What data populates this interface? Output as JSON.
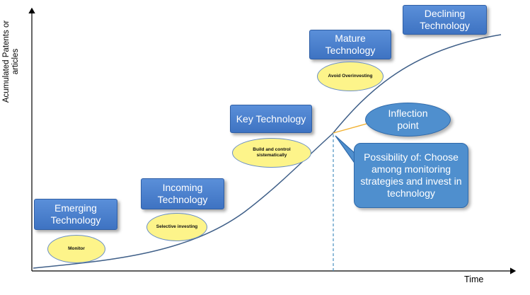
{
  "axes": {
    "y_label": "Acumulated Patents or articles",
    "x_label": "Time"
  },
  "stages": [
    {
      "title": "Emerging Technology",
      "action": "Monitor"
    },
    {
      "title": "Incoming Technology",
      "action": "Selective investing"
    },
    {
      "title": "Key Technology",
      "action": "Build and control sistematically"
    },
    {
      "title": "Mature Technology",
      "action": "Avoid Overinvesting"
    },
    {
      "title": "Declining Technology",
      "action": ""
    }
  ],
  "inflection": {
    "label": "Inflection point",
    "note": "Possibility of: Choose among monitoring strategies and invest in technology"
  },
  "colors": {
    "box_fill": "#4a7fcf",
    "oval_fill": "#fdf48a",
    "curve": "#3f5f88",
    "connector": "#f2b233",
    "dashed_line": "#4a8fc0"
  }
}
